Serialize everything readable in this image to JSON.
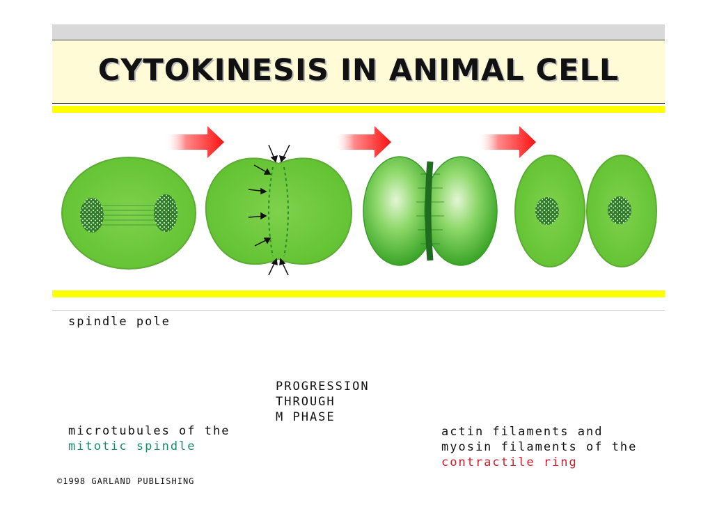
{
  "title": "CYTOKINESIS IN ANIMAL CELL",
  "labels": {
    "spindle_pole": "spindle pole",
    "microtubules_line1": "microtubules of the",
    "microtubules_line2": "mitotic spindle",
    "progression_line1": "PROGRESSION",
    "progression_line2": "THROUGH",
    "progression_line3": "M PHASE",
    "actin_line1": "actin filaments and",
    "actin_line2": "myosin filaments of the",
    "actin_line3": "contractile ring",
    "copyright": "©1998 GARLAND PUBLISHING"
  },
  "colors": {
    "cell_green": "#7cd04a",
    "stripe_yellow": "#ffff00",
    "arrow_red": "#ff1a1a",
    "spindle_teal": "#178a6a",
    "ring_red": "#d11a2a",
    "title_bg": "#fffbd6"
  }
}
